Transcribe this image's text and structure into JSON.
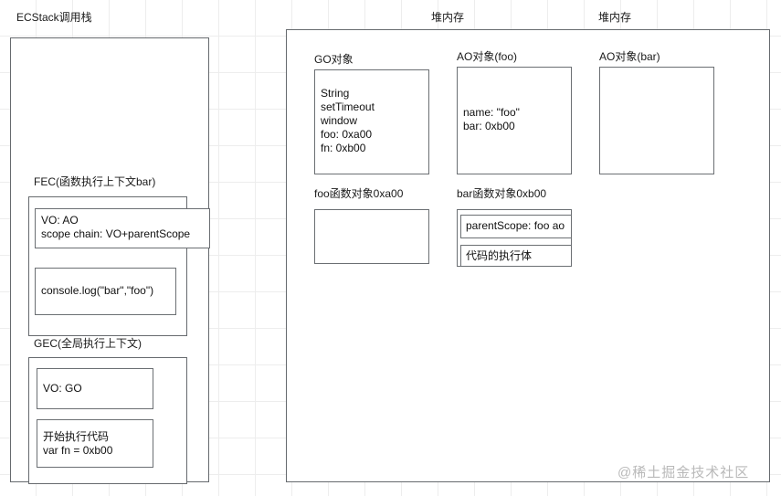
{
  "diagram": {
    "title_labels": {
      "ecstack": "ECStack调用栈",
      "heap_1": "堆内存",
      "heap_2": "堆内存"
    },
    "stack_panel": {
      "fec": {
        "label": "FEC(函数执行上下文bar)",
        "vo_box": "VO: AO\nscope chain: VO+parentScope",
        "code_box": "console.log(\"bar\",\"foo\")"
      },
      "gec": {
        "label": "GEC(全局执行上下文)",
        "vo_box": "VO: GO",
        "code_box": "开始执行代码\nvar fn = 0xb00"
      }
    },
    "heap_panel": {
      "go_object": {
        "label": "GO对象",
        "body": "String\nsetTimeout\nwindow\nfoo: 0xa00\nfn: 0xb00"
      },
      "ao_foo": {
        "label": "AO对象(foo)",
        "body": "name: \"foo\"\nbar: 0xb00"
      },
      "ao_bar": {
        "label": "AO对象(bar)",
        "body": ""
      },
      "foo_func": {
        "label": "foo函数对象0xa00",
        "body": ""
      },
      "bar_func": {
        "label": "bar函数对象0xb00",
        "parent_scope": "parentScope: foo ao",
        "code_body": "代码的执行体"
      }
    },
    "watermark": "@稀土掘金技术社区",
    "colors": {
      "grid": "#ededed",
      "stroke": "#666a6e",
      "text": "#101010",
      "watermark": "#b9b9b9"
    }
  }
}
